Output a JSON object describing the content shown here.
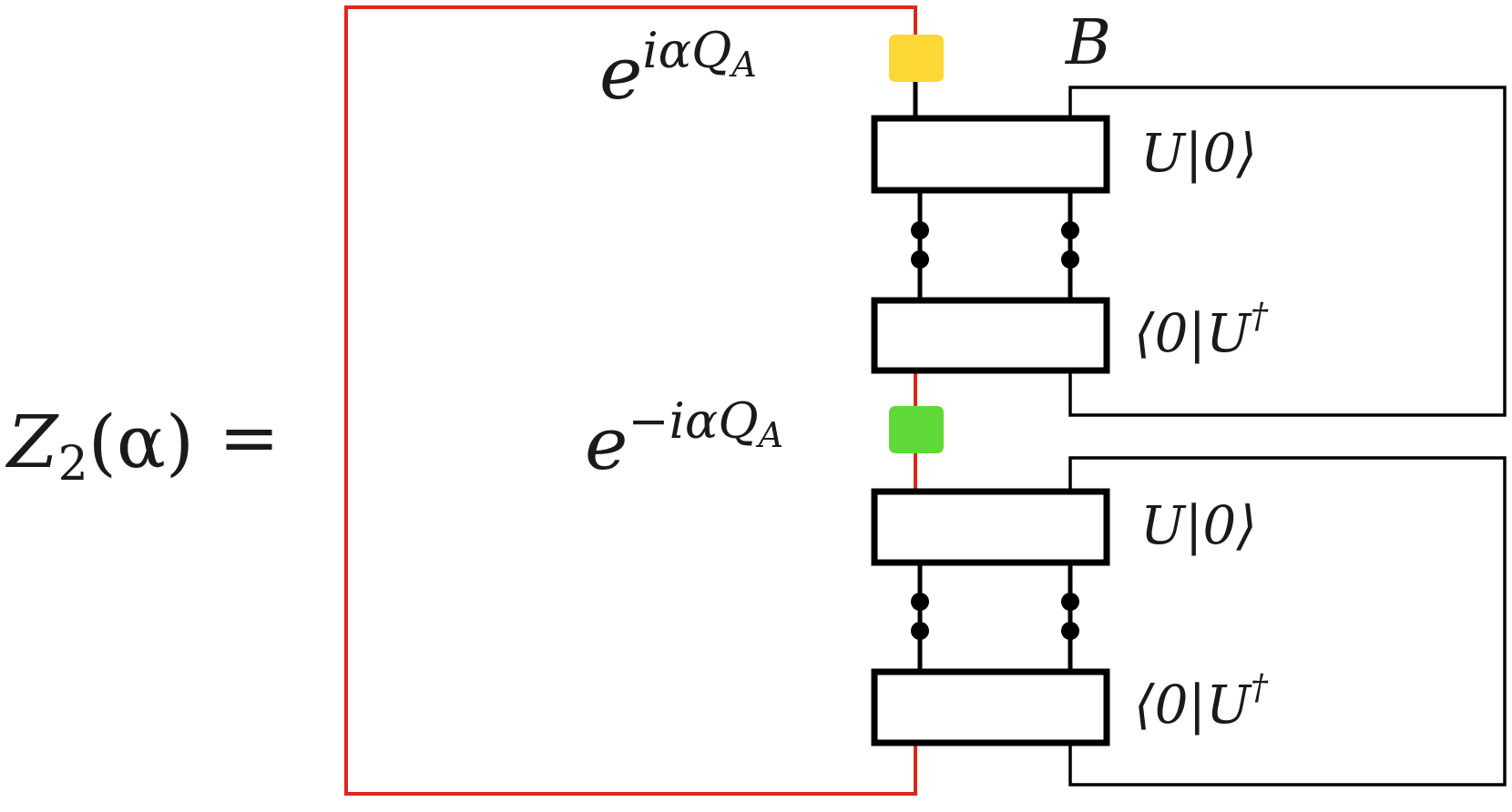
{
  "equation": {
    "lhs": {
      "symbol": "Z",
      "subscript": "2",
      "argument": "(α)",
      "equals": "="
    }
  },
  "labels": {
    "top_phase": {
      "base": "e",
      "exponent": "iαQ",
      "exponent_sub": "A"
    },
    "bottom_phase": {
      "base": "e",
      "exponent": "−iαQ",
      "exponent_sub": "A"
    },
    "subsystem": "B"
  },
  "gates": [
    {
      "label": "U|0⟩"
    },
    {
      "label": "⟨0|U",
      "dagger": "†"
    },
    {
      "label": "U|0⟩"
    },
    {
      "label": "⟨0|U",
      "dagger": "†"
    }
  ],
  "colors": {
    "boundary_A": "#e0261a",
    "phase_top": "#fdd835",
    "phase_bottom": "#5fd93a",
    "ink": "#000000"
  }
}
